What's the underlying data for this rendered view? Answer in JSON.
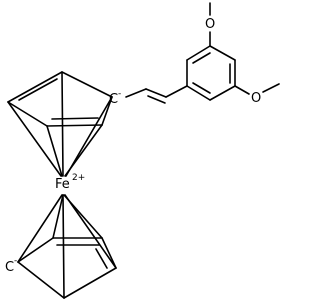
{
  "molecule": {
    "atom_labels": {
      "iron": "Fe",
      "iron_charge": "2+",
      "upper_carbanion": "C",
      "upper_carbanion_charge": "-",
      "lower_carbanion": "C",
      "lower_carbanion_charge": "-",
      "methoxy_top_oxygen": "O",
      "methoxy_right_oxygen": "O"
    }
  }
}
